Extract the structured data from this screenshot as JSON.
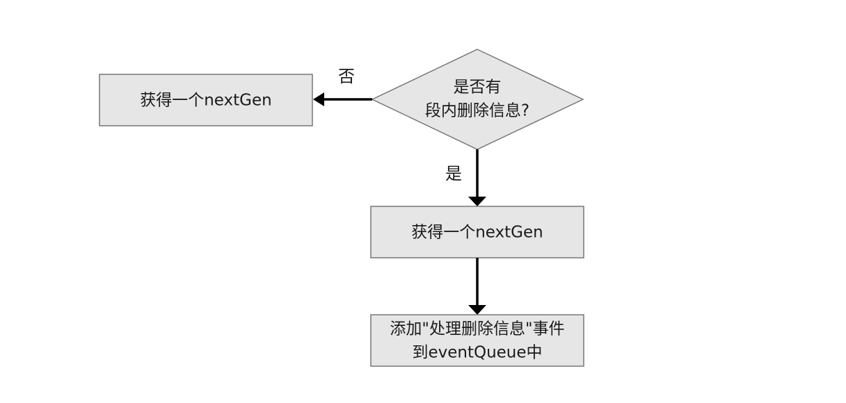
{
  "colors": {
    "node_fill": "#e6e6e6",
    "node_stroke": "#777777",
    "edge": "#000000",
    "text": "#1a1a1a"
  },
  "nodes": {
    "left_box": {
      "label": "获得一个nextGen"
    },
    "decision": {
      "line1": "是否有",
      "line2": "段内删除信息?"
    },
    "middle_box": {
      "label": "获得一个nextGen"
    },
    "bottom_box": {
      "line1": "添加\"处理删除信息\"事件",
      "line2": "到eventQueue中"
    }
  },
  "edges": {
    "no_label": "否",
    "yes_label": "是"
  }
}
